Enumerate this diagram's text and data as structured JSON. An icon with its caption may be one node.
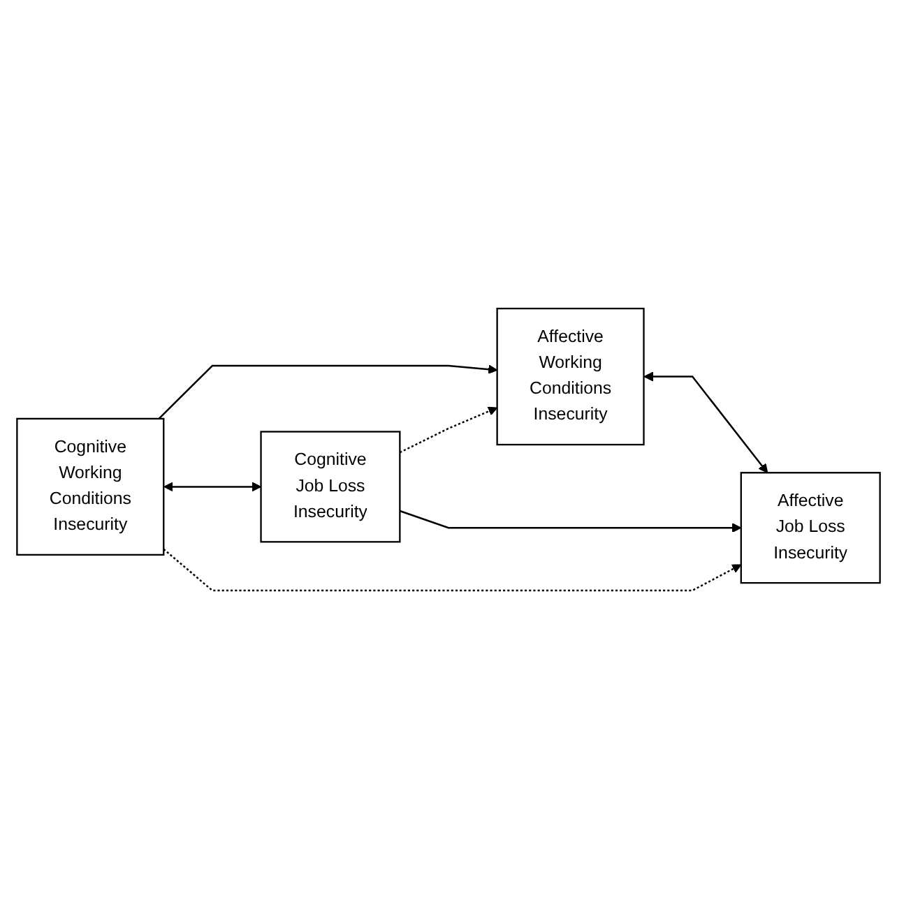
{
  "diagram": {
    "nodes": [
      {
        "text": [
          "Affective Working Conditions Insecurity"
        ]
      },
      {
        "text": [
          "Cognitive Working Conditions Insecurity"
        ]
      },
      {
        "text": [
          "Affective Job Loss Insecurity"
        ]
      },
      {
        "text": [
          "Cognitive Job Loss Insecurity"
        ]
      }
    ],
    "edges": [
      {
        "from": 1,
        "to": 0,
        "arrow": "to"
      },
      {
        "from": 0,
        "to": 2,
        "arrow": "both"
      },
      {
        "from": 1,
        "to": 3,
        "arrow": "both"
      },
      {
        "from": 3,
        "to": 2,
        "arrow": "to"
      },
      {
        "from": 1,
        "to": 2,
        "arrow": "to",
        "style": "dashed"
      },
      {
        "from": 3,
        "to": 0,
        "arrow": "to",
        "style": "dashed"
      }
    ]
  }
}
